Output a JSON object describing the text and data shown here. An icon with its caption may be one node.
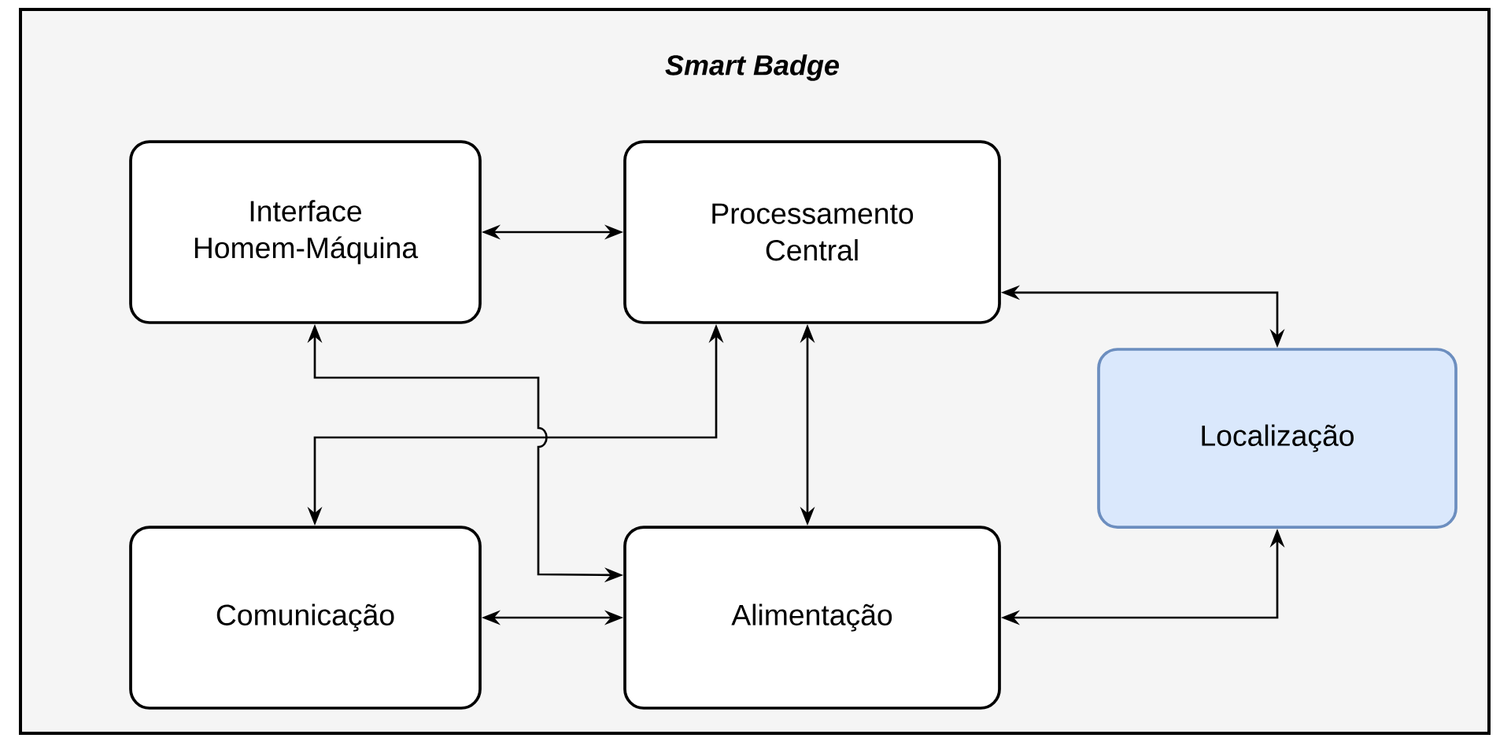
{
  "diagram": {
    "nodes": [
      {
        "text": [
          "Smart Badge"
        ]
      },
      {
        "text": [
          "Interface Homem-Máquina"
        ],
        "in": 0
      },
      {
        "text": [
          "Processamento Central"
        ],
        "in": 0
      },
      {
        "text": [
          "Localização"
        ],
        "in": 0
      },
      {
        "text": [
          "Comunicação"
        ],
        "in": 0
      },
      {
        "text": [
          "Alimentação"
        ],
        "in": 0
      }
    ],
    "edges": [
      {
        "from": 1,
        "to": 2,
        "arrow": "both"
      },
      {
        "from": 2,
        "to": 3,
        "arrow": "both"
      },
      {
        "from": 1,
        "to": 5,
        "arrow": "both"
      },
      {
        "from": 2,
        "to": 4,
        "arrow": "both"
      },
      {
        "from": 2,
        "to": 5,
        "arrow": "both"
      },
      {
        "from": 4,
        "to": 5,
        "arrow": "both"
      },
      {
        "from": 5,
        "to": 3,
        "arrow": "both"
      }
    ]
  }
}
